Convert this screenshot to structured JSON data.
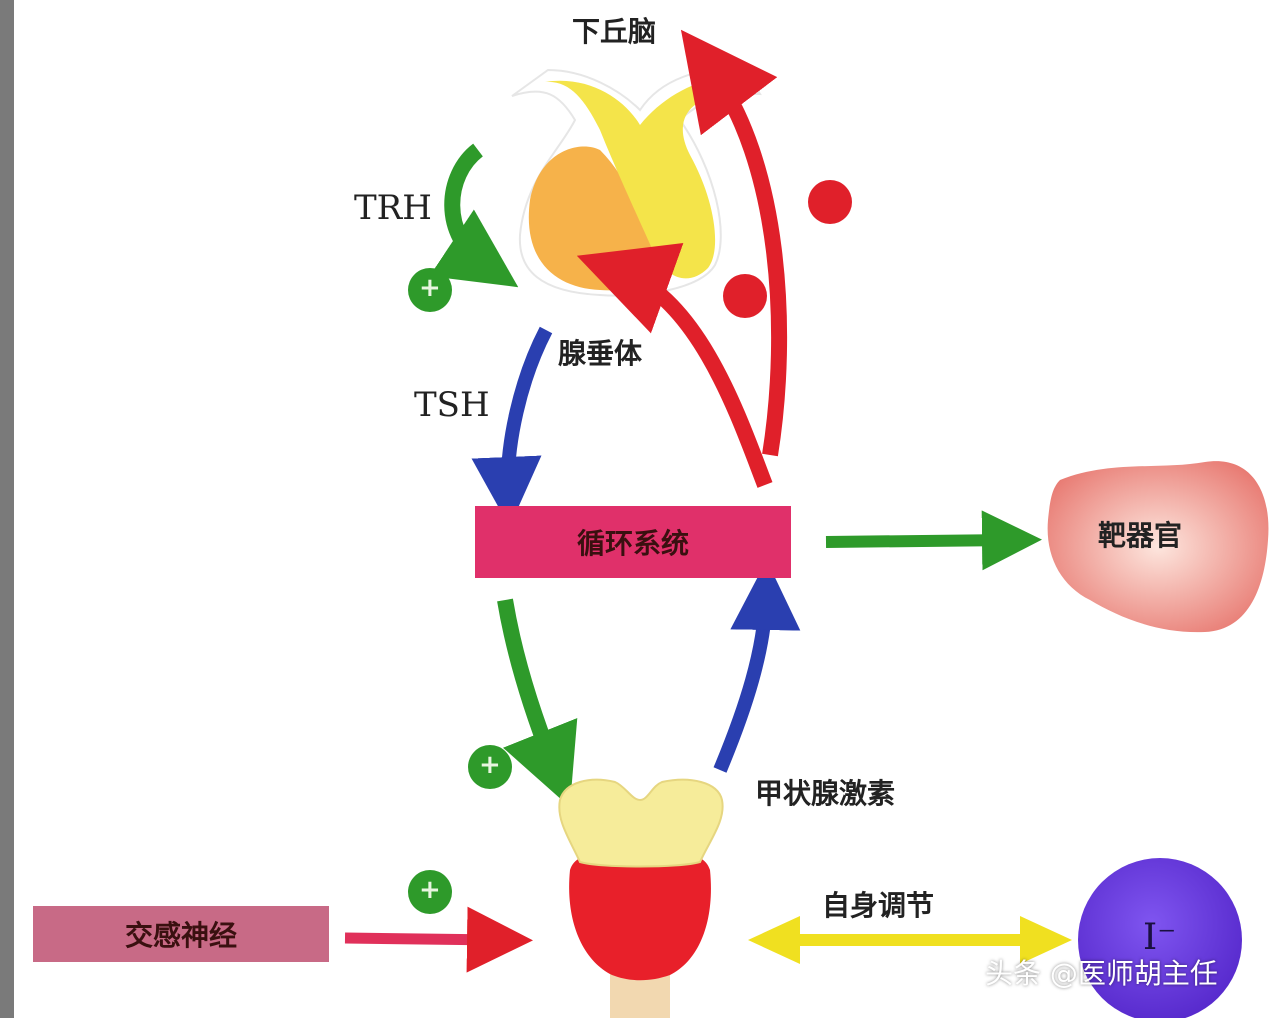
{
  "nodes": {
    "hypothalamus": "下丘脑",
    "pituitary": "腺垂体",
    "circulation": "循环系统",
    "target_organ": "靶器官",
    "thyroid_hormone": "甲状腺激素",
    "sympathetic": "交感神经",
    "self_regulation": "自身调节",
    "iodide": "I⁻"
  },
  "hormones": {
    "trh": "TRH",
    "tsh": "TSH"
  },
  "signs": {
    "plus": "+"
  },
  "watermark": "头条 @医师胡主任",
  "colors": {
    "stimulate": "#2e9a2a",
    "inhibit": "#e0202a",
    "secretion": "#2a3fb0",
    "self_regulation": "#f0e020",
    "sympathetic_arrow": "#e0305a",
    "circulation_box": "#e0306a",
    "sympathetic_box": "#c86a86",
    "target_organ": "#e87a72",
    "iodide_circle": "#6a3ad8"
  }
}
